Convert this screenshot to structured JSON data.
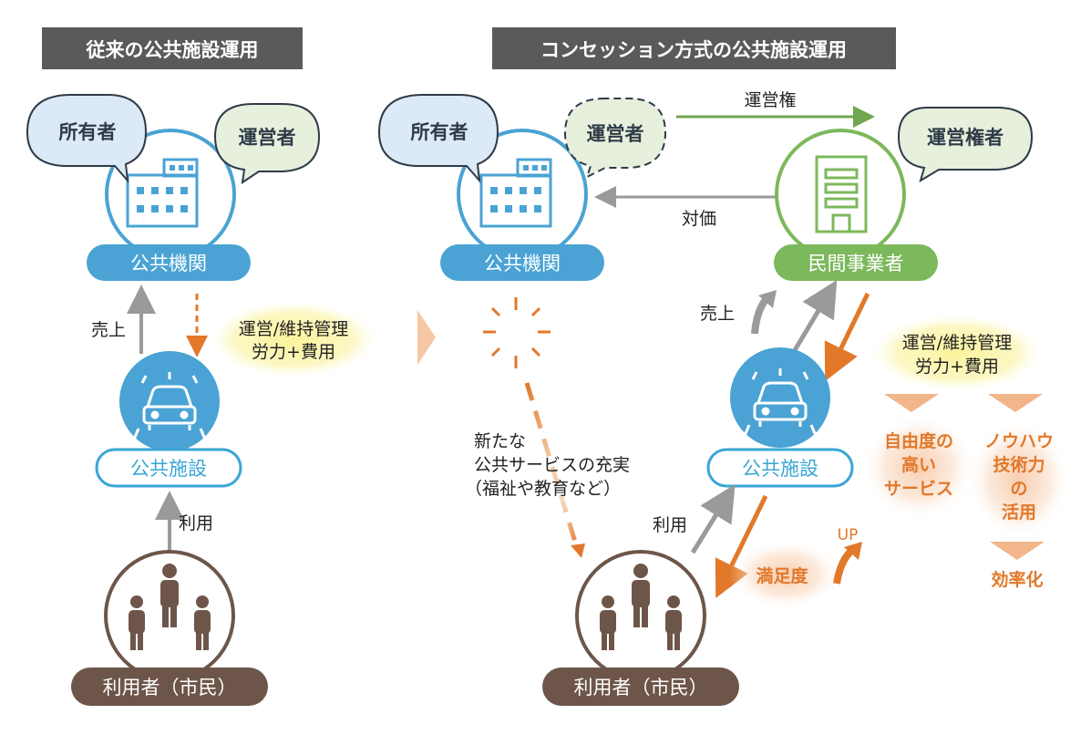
{
  "left": {
    "header": "従来の公共施設運用",
    "owner": "所有者",
    "operator": "運営者",
    "public_agency": "公共機関",
    "sales": "売上",
    "cost_line1": "運営/維持管理",
    "cost_line2": "労力+費用",
    "public_facility": "公共施設",
    "usage": "利用",
    "users": "利用者（市民）"
  },
  "right": {
    "header": "コンセッション方式の公共施設運用",
    "owner": "所有者",
    "operator": "運営者",
    "operating_right_holder": "運営権者",
    "operating_right": "運営権",
    "consideration": "対価",
    "public_agency": "公共機関",
    "private_operator": "民間事業者",
    "sales": "売上",
    "cost_line1": "運営/維持管理",
    "cost_line2": "労力+費用",
    "new_service_line1": "新たな",
    "new_service_line2": "公共サービスの充実",
    "new_service_line3": "（福祉や教育など）",
    "public_facility": "公共施設",
    "usage": "利用",
    "satisfaction": "満足度",
    "up": "UP",
    "freedom_line1": "自由度の",
    "freedom_line2": "高い",
    "freedom_line3": "サービス",
    "knowhow_line1": "ノウハウ",
    "knowhow_line2": "技術力",
    "knowhow_line3": "の",
    "knowhow_line4": "活用",
    "efficiency": "効率化",
    "users": "利用者（市民）"
  },
  "colors": {
    "header_bg": "#5a5a5a",
    "blue": "#4aa3d4",
    "blue_light": "#dbeaf6",
    "green": "#7cb85c",
    "green_light": "#e6f0dd",
    "brown": "#6d5649",
    "orange": "#e2782a",
    "gray_arrow": "#9a9a9a",
    "highlight": "#fbf6a8"
  }
}
